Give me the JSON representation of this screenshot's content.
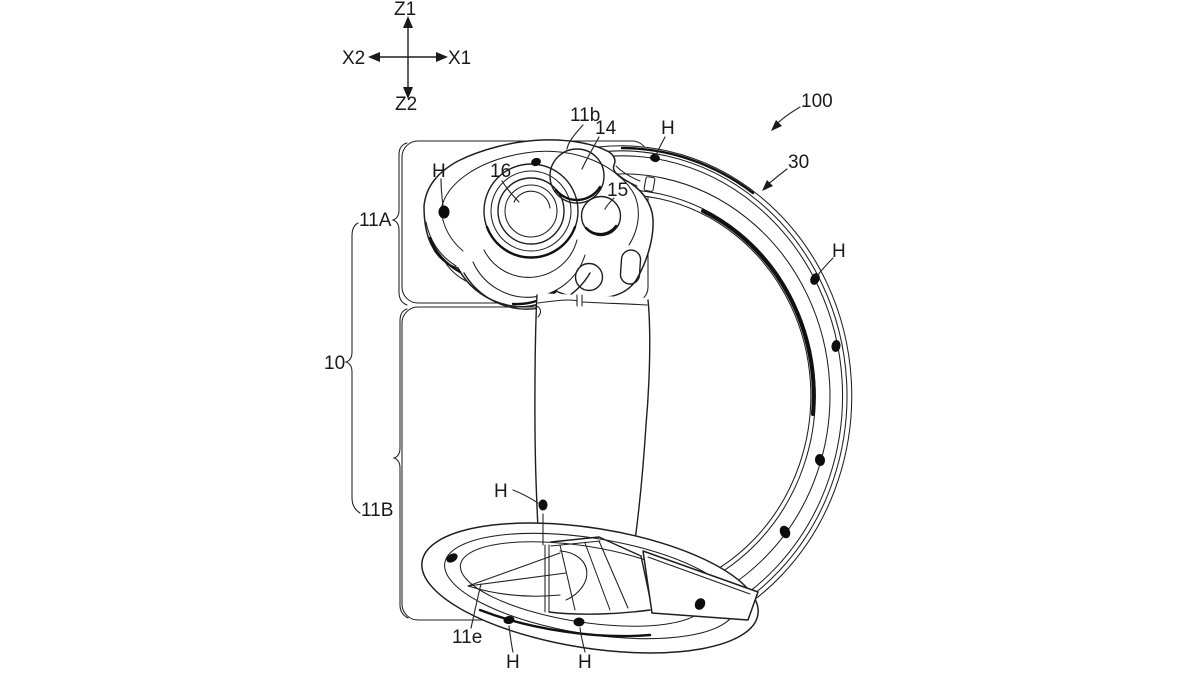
{
  "page": {
    "background": "#ffffff",
    "line_color": "#1f1f1f"
  },
  "figure": {
    "description": "Patent-style line drawing of a handheld VR controller with head unit, analog stick, buttons and a surrounding tracking ring with LED markers",
    "axis": {
      "up": "Z1",
      "down": "Z2",
      "right": "X1",
      "left": "X2"
    },
    "ref": {
      "device": "100",
      "tracking_ring": "30",
      "controller_body": "10",
      "upper_unit": "11A",
      "lower_unit": "11B",
      "head_top_surface": "11b",
      "base_rim": "11e",
      "large_button": "14",
      "small_button": "15",
      "analog_stick": "16",
      "led_marker": "H"
    }
  }
}
